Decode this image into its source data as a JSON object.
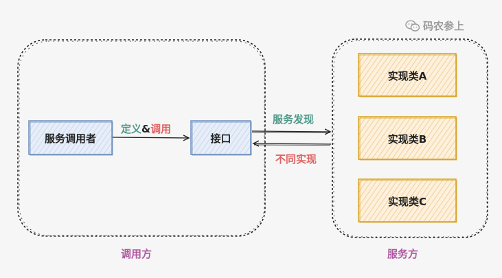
{
  "watermark": {
    "text": "码农参上",
    "icon": "wechat-icon"
  },
  "regions": {
    "caller": {
      "label": "调用方"
    },
    "provider": {
      "label": "服务方"
    }
  },
  "nodes": {
    "service_caller": "服务调用者",
    "interface": "接口",
    "impl_a": "实现类A",
    "impl_b": "实现类B",
    "impl_c": "实现类C"
  },
  "edges": {
    "define_part": "定义",
    "amp": "&",
    "call_part": "调用",
    "service_discovery": "服务发现",
    "different_impl": "不同实现"
  },
  "colors": {
    "blue_fill": "#dde6f4",
    "blue_stroke": "#6c8ebf",
    "orange_fill": "#fbe9cf",
    "orange_stroke": "#d6a21e",
    "region_stroke": "#222222",
    "green": "#4f9a8a",
    "red": "#e06464",
    "purple": "#b05aa2"
  }
}
